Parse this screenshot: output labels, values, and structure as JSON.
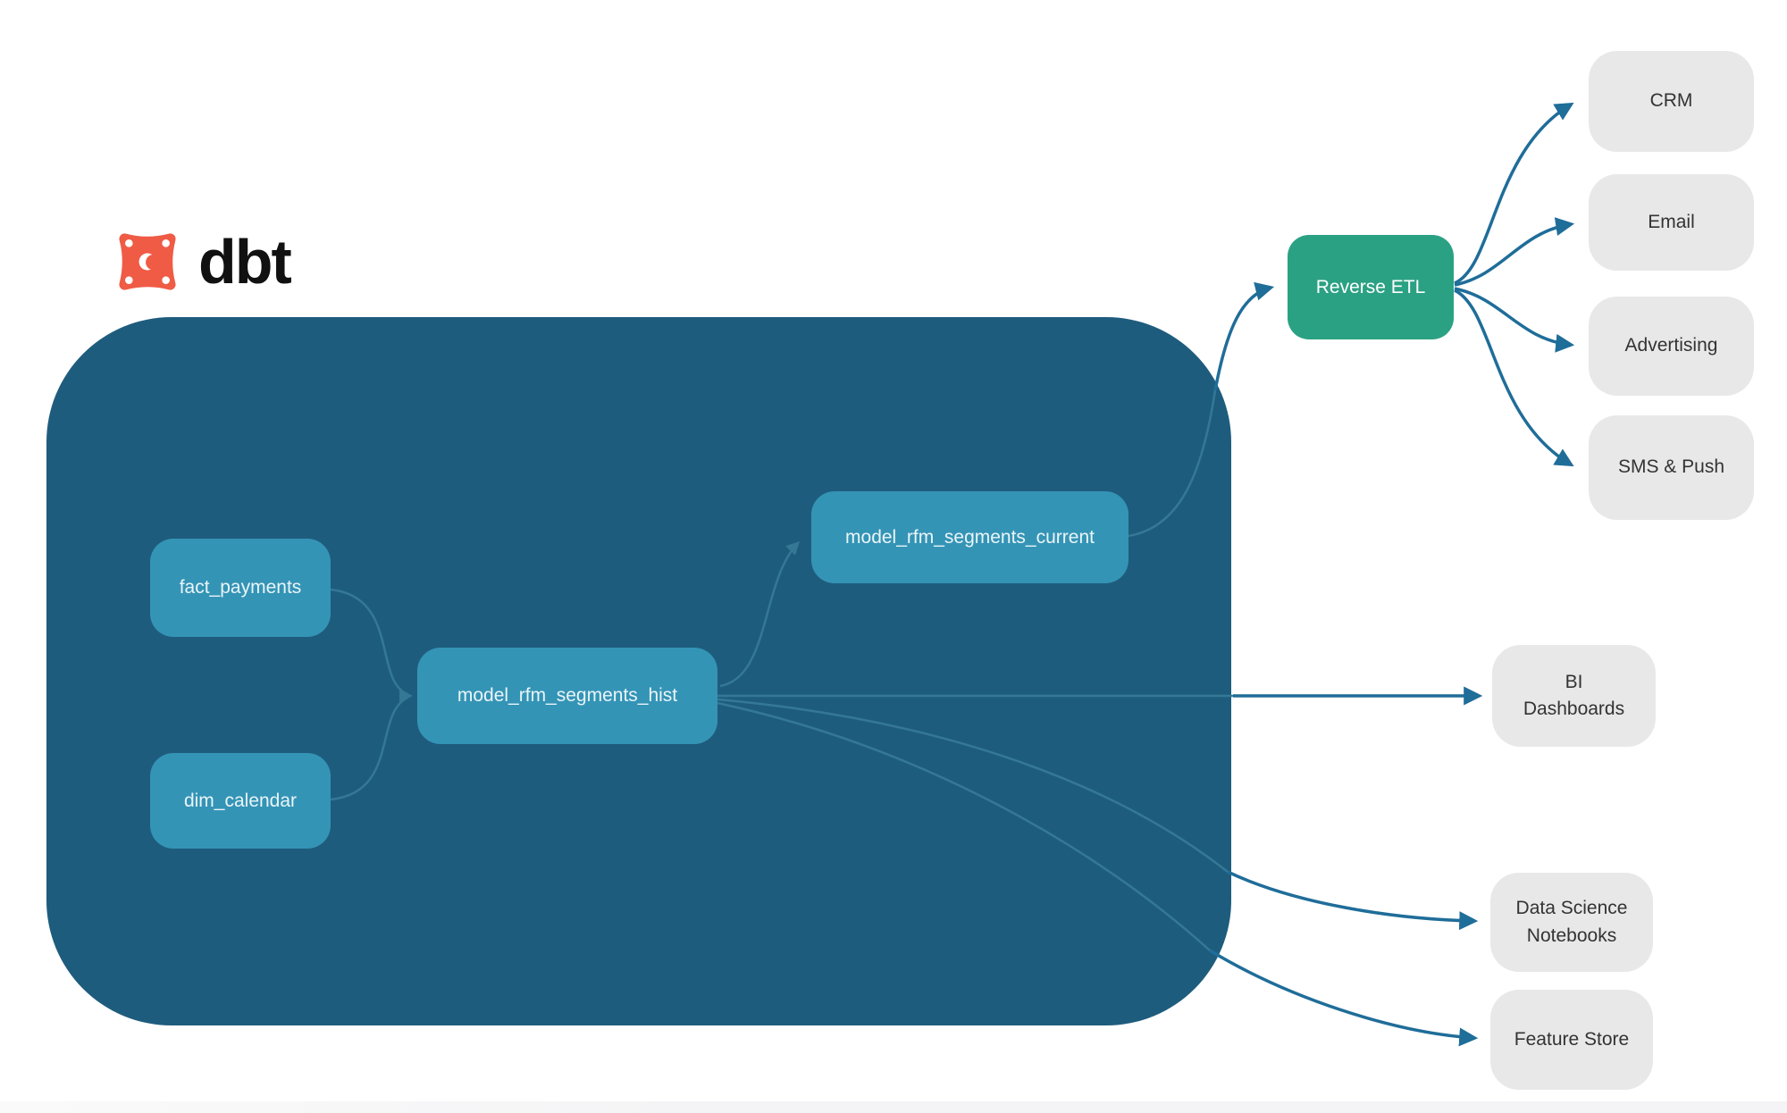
{
  "logo": {
    "brand": "dbt"
  },
  "colors": {
    "canvas_bg": "#ffffff",
    "container_bg": "#1e5c7d",
    "node_fill": "#3494b6",
    "node_text": "#eaf5f8",
    "green_fill": "#2ba183",
    "gray_fill": "#e8e8e8",
    "gray_text": "#333333",
    "arrow": "#1f6d99",
    "arrow_soft": "#347896",
    "logo_orange": "#ef5b45",
    "logo_text_color": "#111111"
  },
  "nodes": {
    "fact_payments": {
      "label": "fact_payments"
    },
    "dim_calendar": {
      "label": "dim_calendar"
    },
    "model_rfm_segments_hist": {
      "label": "model_rfm_segments_hist"
    },
    "model_rfm_segments_current": {
      "label": "model_rfm_segments_current"
    },
    "reverse_etl": {
      "label": "Reverse ETL"
    }
  },
  "destinations": {
    "crm": {
      "label": "CRM"
    },
    "email": {
      "label": "Email"
    },
    "advertising": {
      "label": "Advertising"
    },
    "sms_push": {
      "label": "SMS & Push"
    },
    "bi_dashboards": {
      "label": "BI Dashboards"
    },
    "data_science_notebooks": {
      "label": "Data Science Notebooks"
    },
    "feature_store": {
      "label": "Feature Store"
    }
  },
  "edges": [
    {
      "from": "fact_payments",
      "to": "model_rfm_segments_hist"
    },
    {
      "from": "dim_calendar",
      "to": "model_rfm_segments_hist"
    },
    {
      "from": "model_rfm_segments_hist",
      "to": "model_rfm_segments_current"
    },
    {
      "from": "model_rfm_segments_current",
      "to": "Reverse ETL"
    },
    {
      "from": "model_rfm_segments_hist",
      "to": "BI Dashboards"
    },
    {
      "from": "model_rfm_segments_hist",
      "to": "Data Science Notebooks"
    },
    {
      "from": "model_rfm_segments_hist",
      "to": "Feature Store"
    },
    {
      "from": "Reverse ETL",
      "to": "CRM"
    },
    {
      "from": "Reverse ETL",
      "to": "Email"
    },
    {
      "from": "Reverse ETL",
      "to": "Advertising"
    },
    {
      "from": "Reverse ETL",
      "to": "SMS & Push"
    }
  ]
}
